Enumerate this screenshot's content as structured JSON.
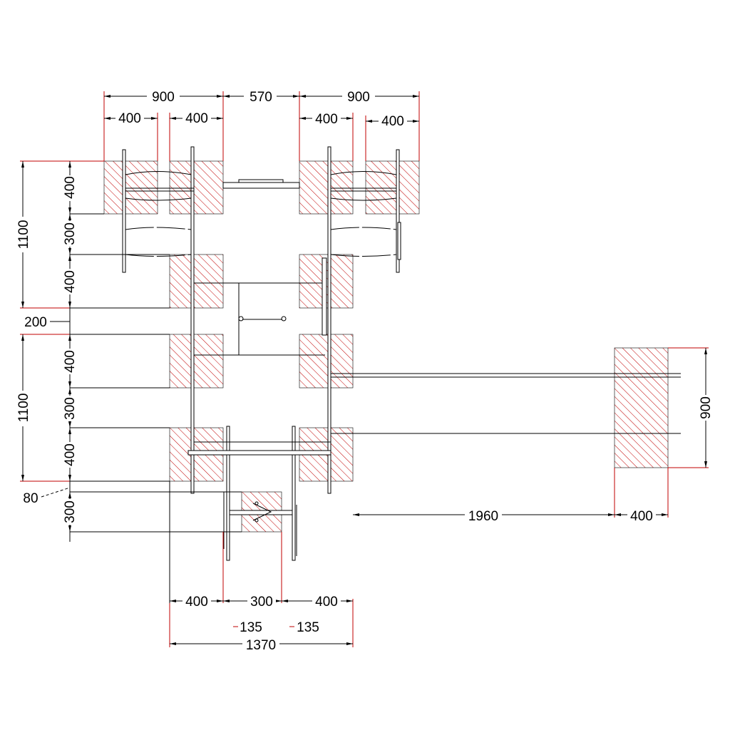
{
  "colors": {
    "hatch": "#c00000",
    "line": "#000000",
    "extension": "#c00000",
    "background": "#ffffff"
  },
  "dimensions": {
    "top_900_left": "900",
    "top_570": "570",
    "top_900_right": "900",
    "top_400_a": "400",
    "top_400_b": "400",
    "top_400_c": "400",
    "top_400_d": "400",
    "left_1100_upper": "1100",
    "left_1100_lower": "1100",
    "left_400_a": "400",
    "left_300_a": "300",
    "left_400_b": "400",
    "left_200": "200",
    "left_400_c": "400",
    "left_300_b": "300",
    "left_400_d": "400",
    "left_80": "80",
    "left_300_c": "300",
    "right_900": "900",
    "mid_1960": "1960",
    "mid_400": "400",
    "bottom_400_a": "400",
    "bottom_300": "300",
    "bottom_400_b": "400",
    "bottom_135_a": "135",
    "bottom_135_b": "135",
    "bottom_1370": "1370"
  }
}
